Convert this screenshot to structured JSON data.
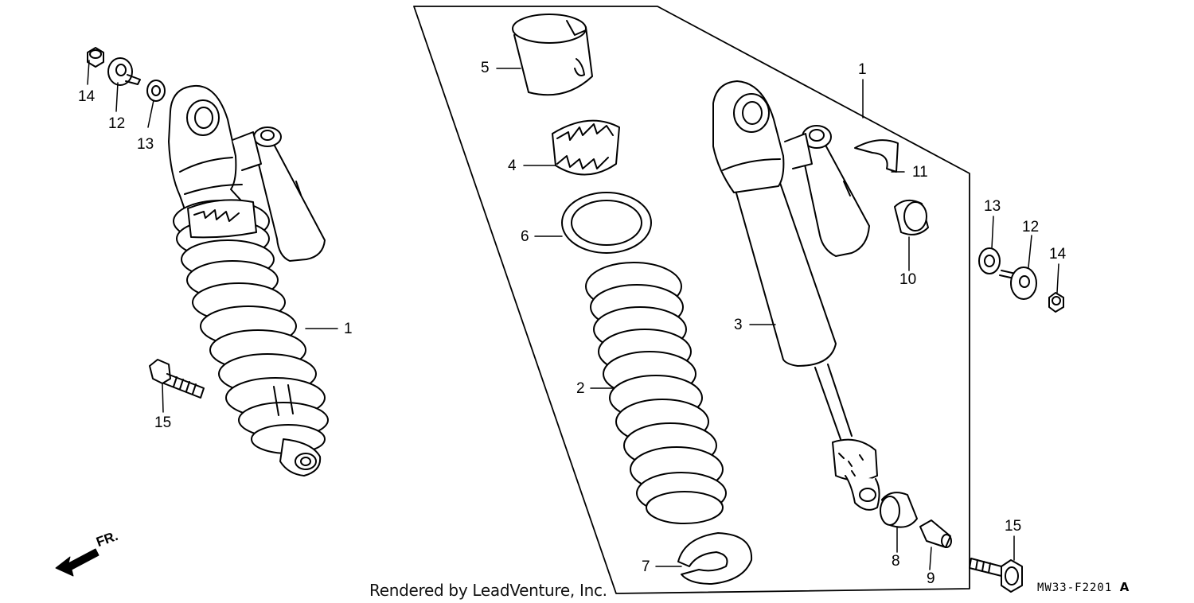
{
  "callouts": {
    "left_assembly": {
      "c14": "14",
      "c12": "12",
      "c13": "13",
      "c1": "1",
      "c15": "15"
    },
    "exploded": {
      "c5": "5",
      "c4": "4",
      "c6": "6",
      "c2": "2",
      "c7": "7",
      "c1": "1",
      "c3": "3",
      "c11": "11",
      "c10": "10",
      "c8": "8",
      "c9": "9"
    },
    "right_hardware": {
      "c13": "13",
      "c12": "12",
      "c14": "14",
      "c15": "15"
    }
  },
  "front_indicator": "FR.",
  "credit": "Rendered by LeadVenture, Inc.",
  "diagram_code": "MW33-F2201",
  "diagram_code_suffix": "A"
}
